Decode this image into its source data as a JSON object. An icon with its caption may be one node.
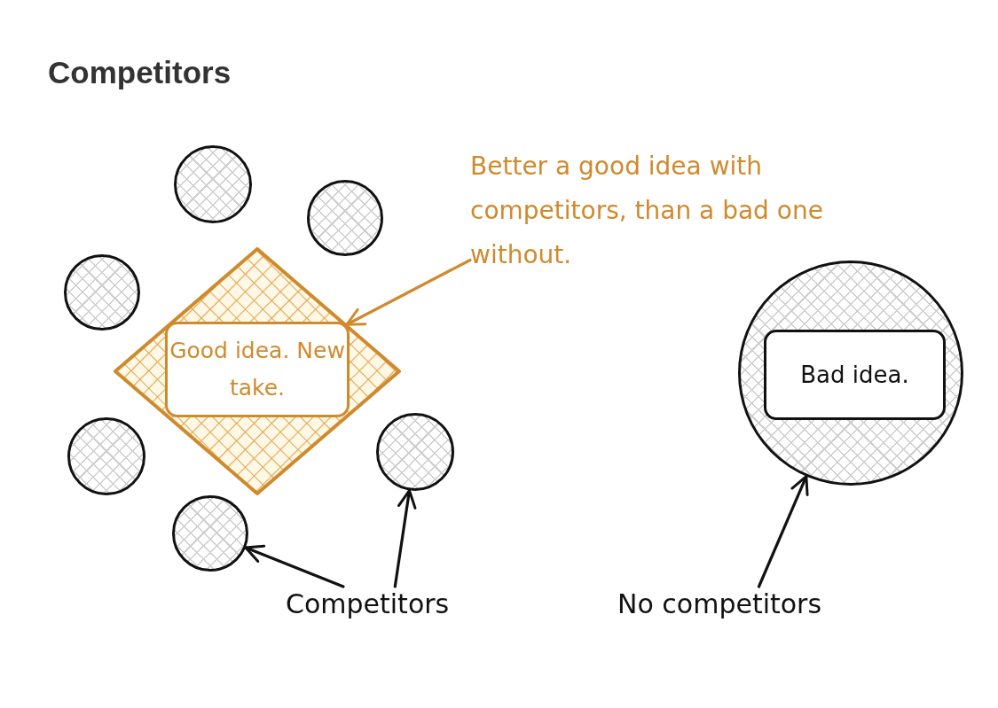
{
  "diagram": {
    "title": "Competitors",
    "nodes": [
      {
        "text": [],
        "shape": "circle"
      },
      {
        "text": [],
        "shape": "circle"
      },
      {
        "text": [
          "Better a good idea with competitors, than a bad one without."
        ]
      },
      {
        "text": [],
        "shape": "circle"
      },
      {
        "text": [],
        "shape": "diamond"
      },
      {
        "text": [
          "Good idea. New take."
        ],
        "in": 4
      },
      {
        "text": [],
        "shape": "circle"
      },
      {
        "text": [
          "Bad idea."
        ],
        "in": 6
      },
      {
        "text": [],
        "shape": "circle"
      },
      {
        "text": [],
        "shape": "circle"
      },
      {
        "text": [],
        "shape": "circle"
      },
      {
        "text": [
          "Competitors"
        ]
      },
      {
        "text": [
          "No competitors"
        ]
      }
    ],
    "edges": [
      {
        "from": 2,
        "to": 4,
        "arrow": "to",
        "color": "#d08a2e"
      },
      {
        "from": 11,
        "to": 10,
        "arrow": "to"
      },
      {
        "from": 11,
        "to": 9,
        "arrow": "to"
      },
      {
        "from": 12,
        "to": 6,
        "arrow": "to"
      }
    ]
  }
}
